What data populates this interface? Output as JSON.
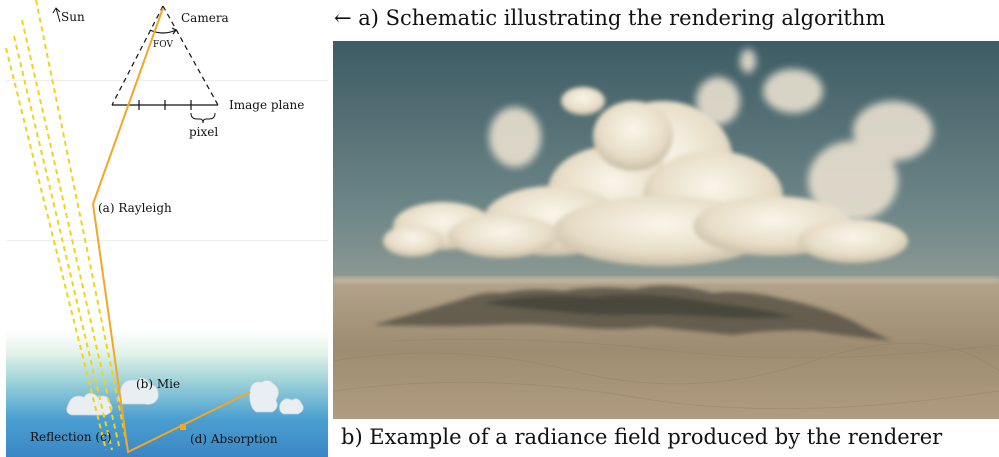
{
  "diagram": {
    "labels": {
      "sun": "Sun",
      "camera": "Camera",
      "fov": "FOV",
      "image_plane": "Image plane",
      "pixel": "pixel",
      "rayleigh": "(a) Rayleigh",
      "mie": "(b) Mie",
      "reflection": "Reflection (c)",
      "absorption": "(d) Absorption"
    },
    "colors": {
      "ray": "#f5a623",
      "sun_rays": "#f2d21a",
      "ocean": "#3b8ec8",
      "sky_top": "#3f6068",
      "ground": "#a8957a"
    }
  },
  "captions": {
    "a": "← a) Schematic illustrating the rendering algorithm",
    "b": "b) Example of a radiance field produced by the renderer"
  }
}
